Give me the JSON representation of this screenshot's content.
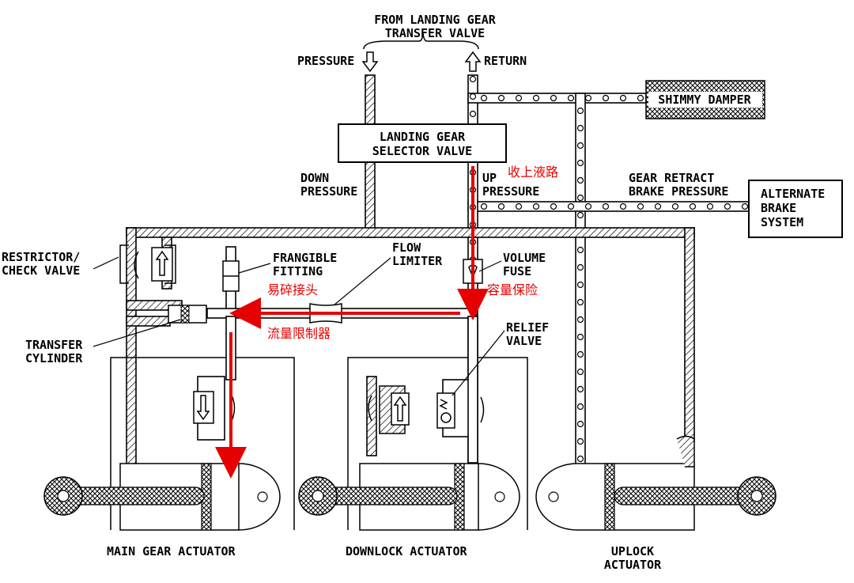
{
  "labels": {
    "from_transfer_valve_1": "FROM LANDING GEAR",
    "from_transfer_valve_2": "TRANSFER VALVE",
    "pressure": "PRESSURE",
    "return": "RETURN",
    "shimmy_damper": "SHIMMY DAMPER",
    "selector_valve_1": "LANDING GEAR",
    "selector_valve_2": "SELECTOR VALVE",
    "down_pressure_1": "DOWN",
    "down_pressure_2": "PRESSURE",
    "up_pressure_1": "UP",
    "up_pressure_2": "PRESSURE",
    "gear_retract_1": "GEAR RETRACT",
    "gear_retract_2": "BRAKE PRESSURE",
    "alternate_brake_1": "ALTERNATE",
    "alternate_brake_2": "BRAKE",
    "alternate_brake_3": "SYSTEM",
    "restrictor_1": "RESTRICTOR/",
    "restrictor_2": "CHECK VALVE",
    "frangible_1": "FRANGIBLE",
    "frangible_2": "FITTING",
    "flow_limiter_1": "FLOW",
    "flow_limiter_2": "LIMITER",
    "volume_fuse_1": "VOLUME",
    "volume_fuse_2": "FUSE",
    "relief_valve_1": "RELIEF",
    "relief_valve_2": "VALVE",
    "transfer_cylinder_1": "TRANSFER",
    "transfer_cylinder_2": "CYLINDER",
    "main_gear_actuator": "MAIN GEAR ACTUATOR",
    "downlock_actuator": "DOWNLOCK ACTUATOR",
    "uplock_actuator_1": "UPLOCK",
    "uplock_actuator_2": "ACTUATOR"
  },
  "annotations_cn": {
    "up_line": "收上液路",
    "frangible_fitting": "易碎接头",
    "volume_fuse": "容量保险",
    "flow_limiter": "流量限制器"
  },
  "colors": {
    "annotation": "#e60000",
    "line": "#000000",
    "background": "#ffffff"
  }
}
